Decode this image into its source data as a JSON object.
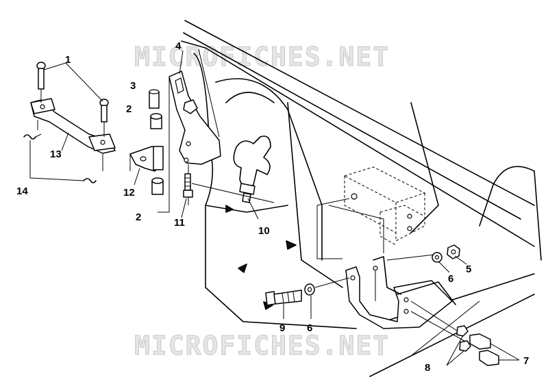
{
  "watermarks": [
    "MICROFICHES.NET",
    "MICROFICHES.NET"
  ],
  "callouts": [
    "1",
    "2",
    "3",
    "4",
    "2",
    "11",
    "12",
    "13",
    "14",
    "10",
    "5",
    "6",
    "9",
    "6",
    "7",
    "8"
  ]
}
